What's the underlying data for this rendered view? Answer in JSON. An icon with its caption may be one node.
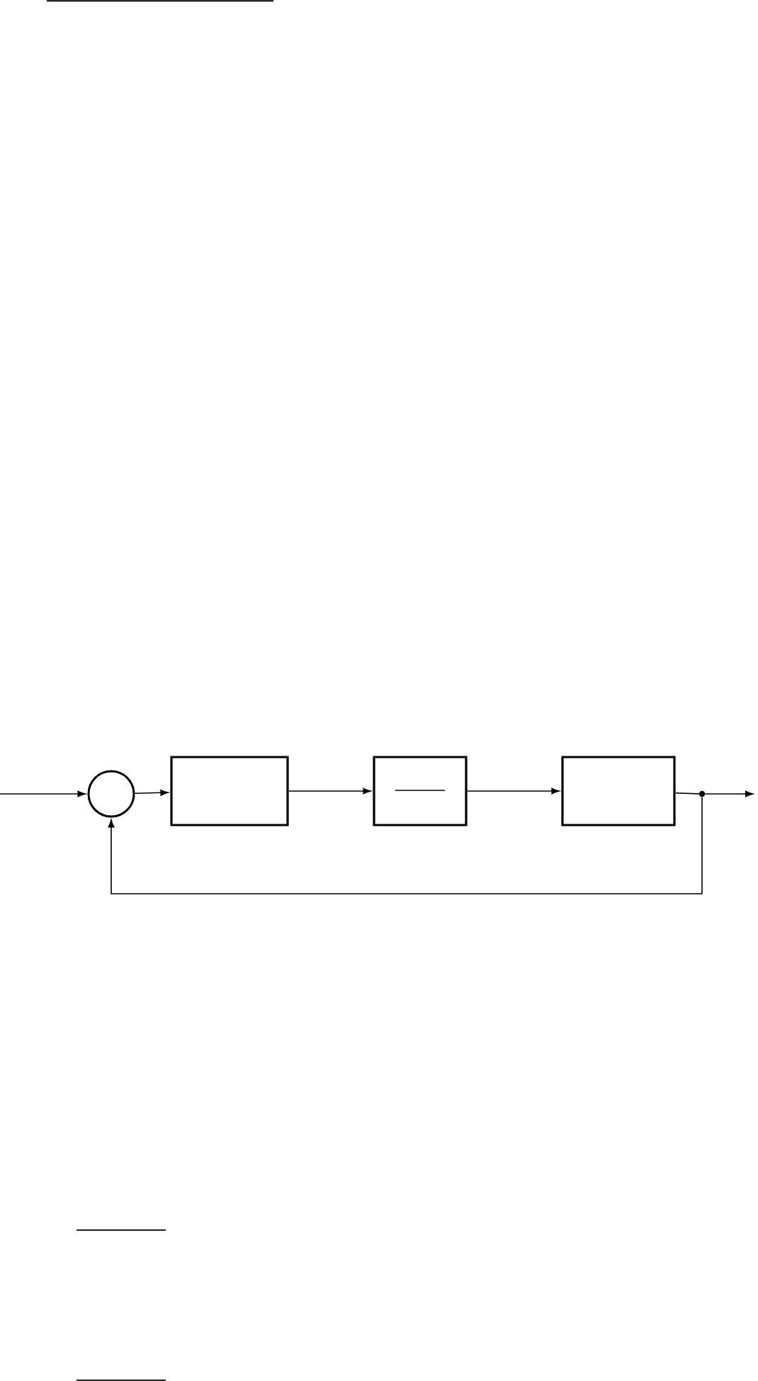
{
  "diagram": {
    "nodes": [
      {
        "text": [],
        "shape": "circle"
      },
      {
        "text": [],
        "shape": "box"
      },
      {
        "text": [],
        "shape": "box"
      },
      {
        "text": [],
        "shape": "box"
      },
      {
        "text": [],
        "shape": "circle"
      }
    ],
    "edges": [
      {
        "from": null,
        "to": 0,
        "arrow": "to"
      },
      {
        "from": 0,
        "to": 1,
        "arrow": "to"
      },
      {
        "from": 1,
        "to": 2,
        "arrow": "to"
      },
      {
        "from": 2,
        "to": 3,
        "arrow": "to"
      },
      {
        "from": 3,
        "to": 4,
        "arrow": "none"
      },
      {
        "from": 4,
        "to": null,
        "arrow": "to"
      },
      {
        "from": 4,
        "to": 0,
        "arrow": "to"
      }
    ]
  }
}
